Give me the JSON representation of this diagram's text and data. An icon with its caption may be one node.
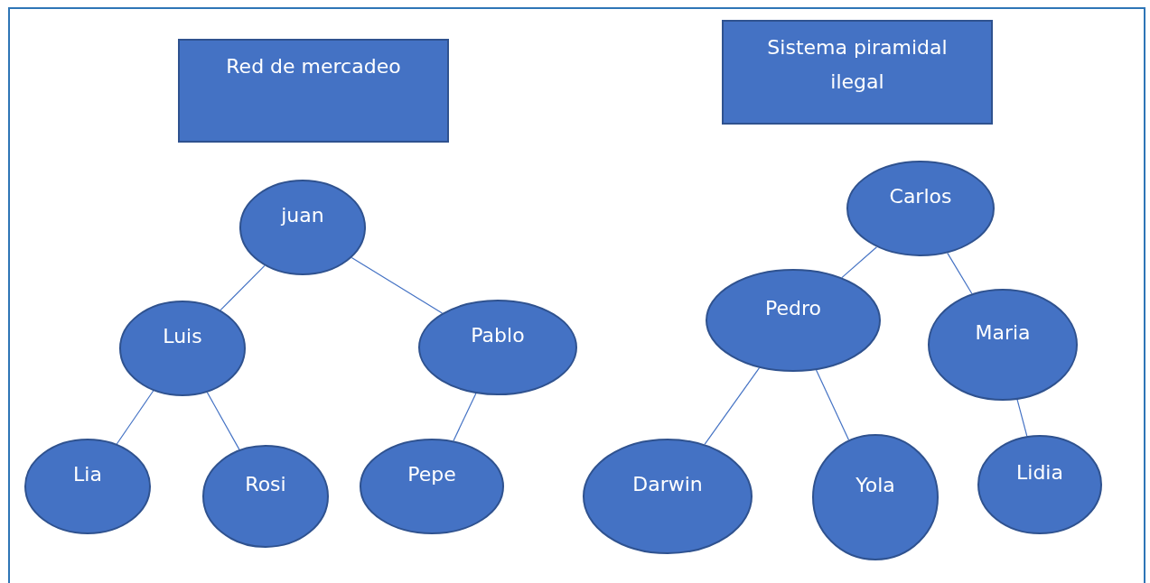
{
  "diagram": {
    "nodes": [
      {
        "text": [
          "Red de mercadeo"
        ]
      },
      {
        "text": [
          "Sistema piramidal ilegal"
        ]
      },
      {
        "text": [
          "juan"
        ]
      },
      {
        "text": [
          "Luis"
        ]
      },
      {
        "text": [
          "Pablo"
        ]
      },
      {
        "text": [
          "Lia"
        ]
      },
      {
        "text": [
          "Rosi"
        ]
      },
      {
        "text": [
          "Pepe"
        ]
      },
      {
        "text": [
          "Carlos"
        ]
      },
      {
        "text": [
          "Pedro"
        ]
      },
      {
        "text": [
          "Maria"
        ]
      },
      {
        "text": [
          "Darwin"
        ]
      },
      {
        "text": [
          "Yola"
        ]
      },
      {
        "text": [
          "Lidia"
        ]
      }
    ],
    "edges": [
      {
        "from": 2,
        "to": 3,
        "arrow": "none"
      },
      {
        "from": 2,
        "to": 4,
        "arrow": "none"
      },
      {
        "from": 3,
        "to": 5,
        "arrow": "none"
      },
      {
        "from": 3,
        "to": 6,
        "arrow": "none"
      },
      {
        "from": 4,
        "to": 7,
        "arrow": "none"
      },
      {
        "from": 8,
        "to": 9,
        "arrow": "none"
      },
      {
        "from": 8,
        "to": 10,
        "arrow": "none"
      },
      {
        "from": 9,
        "to": 11,
        "arrow": "none"
      },
      {
        "from": 9,
        "to": 12,
        "arrow": "none"
      },
      {
        "from": 10,
        "to": 13,
        "arrow": "none"
      }
    ]
  }
}
